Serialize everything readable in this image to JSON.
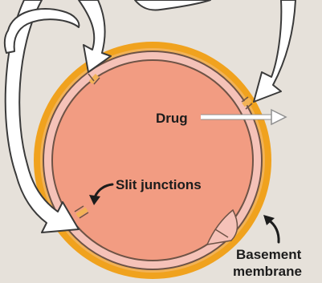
{
  "labels": {
    "drug": "Drug",
    "slit_junctions": "Slit junctions",
    "basement_line1": "Basement",
    "basement_line2": "membrane"
  },
  "colors": {
    "background": "#e6e1da",
    "basement_membrane": "#f0a21e",
    "cell_fill": "#f29c82",
    "cell_wall": "#f5c2b8",
    "outline": "#6e5346",
    "arrow_fill": "#ffffff",
    "arrow_stroke": "#3a3a3a",
    "label_text": "#1c1c1c"
  },
  "icons": {
    "flow_arrows": "large-curved-white-arrow",
    "drug_arrow": "right-arrow",
    "pointer_arrows": "small-curved-black-arrow"
  }
}
